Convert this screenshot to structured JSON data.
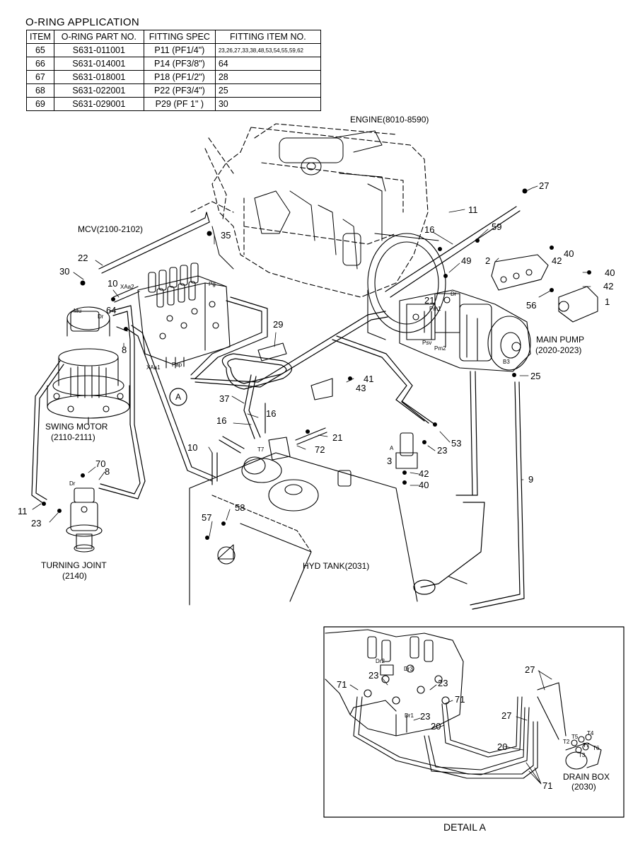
{
  "table": {
    "title": "O-RING APPLICATION",
    "headers": [
      "ITEM",
      "O-RING PART NO.",
      "FITTING SPEC",
      "FITTING ITEM NO."
    ],
    "rows": [
      [
        "65",
        "S631-011001",
        "P11 (PF1/4\")",
        "23,26,27,33,38,48,53,54,55,59,62"
      ],
      [
        "66",
        "S631-014001",
        "P14 (PF3/8\")",
        "64"
      ],
      [
        "67",
        "S631-018001",
        "P18 (PF1/2\")",
        "28"
      ],
      [
        "68",
        "S631-022001",
        "P22 (PF3/4\")",
        "25"
      ],
      [
        "69",
        "S631-029001",
        "P29 (PF  1\" )",
        "30"
      ]
    ]
  },
  "components": {
    "engine": "ENGINE(8010-8590)",
    "mcv": "MCV(2100-2102)",
    "main_pump_1": "MAIN PUMP",
    "main_pump_2": "(2020-2023)",
    "swing_motor_1": "SWING MOTOR",
    "swing_motor_2": "(2110-2111)",
    "turning_joint_1": "TURNING JOINT",
    "turning_joint_2": "(2140)",
    "hyd_tank": "HYD TANK(2031)",
    "drain_box_1": "DRAIN BOX",
    "drain_box_2": "(2030)",
    "detail_a": "DETAIL A",
    "circle_a": "A"
  },
  "callouts": {
    "c27a": "27",
    "c11a": "11",
    "c16a": "16",
    "c59": "59",
    "c2": "2",
    "c40a": "40",
    "c42a": "42",
    "c49": "49",
    "c40b": "40",
    "c42b": "42",
    "c56": "56",
    "c1": "1",
    "c35": "35",
    "c22": "22",
    "c30": "30",
    "c10a": "10",
    "c64": "64",
    "c8a": "8",
    "c21a": "21",
    "c29": "29",
    "c41": "41",
    "c43": "43",
    "c25": "25",
    "c37": "37",
    "c16b": "16",
    "c16c": "16",
    "c21b": "21",
    "c72": "72",
    "c23a": "23",
    "c53": "53",
    "c3": "3",
    "c42c": "42",
    "c40c": "40",
    "c10b": "10",
    "c9": "9",
    "c70": "70",
    "c8b": "8",
    "c11b": "11",
    "c23b": "23",
    "c58": "58",
    "c57": "57",
    "d27a": "27",
    "d23a": "23",
    "d71a": "71",
    "d23b": "23",
    "d71b": "71",
    "d23c": "23",
    "d20a": "20",
    "d27b": "27",
    "d20b": "20",
    "d71c": "71"
  },
  "port_labels": {
    "xaa2": "XAa2",
    "pg": "Pg",
    "xaa1": "XAa1",
    "pap": "Pap",
    "mu": "Mu",
    "dr_sm": "Dr",
    "pm1": "Pm1",
    "pm2": "Pm2",
    "psv": "Psv",
    "b3": "B3",
    "dr_pump": "Dr",
    "dr_tj": "Dr",
    "t2": "T2",
    "t3": "T3",
    "t4": "T4",
    "t5": "T5",
    "t6": "T6",
    "t7": "T7",
    "dr1": "Dr1",
    "dr2": "Dr2",
    "dr3": "Dr3",
    "a_valve": "A",
    "t7_tank": "T7"
  }
}
